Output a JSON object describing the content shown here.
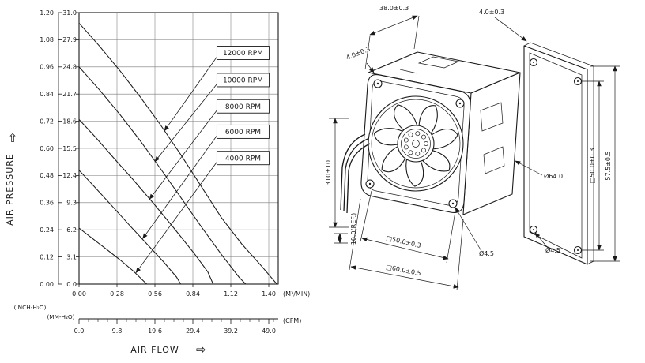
{
  "chart_data": {
    "type": "line",
    "title": "",
    "xlabel": "AIR FLOW",
    "ylabel": "AIR PRESSURE",
    "x_axis_arrow": "⇨",
    "y_axis_arrow": "⇧",
    "x_unit_primary": "(M³/MIN)",
    "x_unit_secondary": "(CFM)",
    "y_unit_primary": "(INCH-H₂O)",
    "y_unit_secondary": "(MM-H₂O)",
    "x_range_m3min": [
      0,
      1.47
    ],
    "y_range_mm": [
      0,
      31.0
    ],
    "grid": true,
    "legend_position": "boxed labels with leader arrows inside plot",
    "x_ticks_m3min": [
      "0.00",
      "0.28",
      "0.56",
      "0.84",
      "1.12",
      "1.40"
    ],
    "x_ticks_cfm": [
      "0.0",
      "9.8",
      "19.6",
      "29.4",
      "39.2",
      "49.0"
    ],
    "y_ticks_inch": [
      "0.00",
      "0.12",
      "0.24",
      "0.36",
      "0.48",
      "0.60",
      "0.72",
      "0.84",
      "0.96",
      "1.08",
      "1.20"
    ],
    "y_ticks_mm": [
      "0.0",
      "3.1",
      "6.2",
      "9.3",
      "12.4",
      "15.5",
      "18.6",
      "21.7",
      "24.8",
      "27.9",
      "31.0"
    ],
    "series": [
      {
        "name": "12000 RPM",
        "points": [
          [
            0,
            29.8
          ],
          [
            0.15,
            27.2
          ],
          [
            0.3,
            24.4
          ],
          [
            0.45,
            21.4
          ],
          [
            0.6,
            18.2
          ],
          [
            0.75,
            14.8
          ],
          [
            0.9,
            11.2
          ],
          [
            1.05,
            7.6
          ],
          [
            1.2,
            4.6
          ],
          [
            1.35,
            2.0
          ],
          [
            1.46,
            0
          ]
        ],
        "label_pos": [
          1.21,
          26.4
        ],
        "arrow_to": [
          0.63,
          17.5
        ]
      },
      {
        "name": "10000 RPM",
        "points": [
          [
            0,
            24.8
          ],
          [
            0.15,
            22.2
          ],
          [
            0.3,
            19.4
          ],
          [
            0.45,
            16.4
          ],
          [
            0.6,
            13.2
          ],
          [
            0.75,
            9.9
          ],
          [
            0.9,
            6.6
          ],
          [
            1.05,
            3.4
          ],
          [
            1.18,
            0.8
          ],
          [
            1.23,
            0
          ]
        ],
        "label_pos": [
          1.21,
          23.3
        ],
        "arrow_to": [
          0.56,
          14.0
        ]
      },
      {
        "name": "8000 RPM",
        "points": [
          [
            0,
            18.8
          ],
          [
            0.12,
            16.8
          ],
          [
            0.25,
            14.5
          ],
          [
            0.4,
            11.9
          ],
          [
            0.55,
            9.2
          ],
          [
            0.7,
            6.4
          ],
          [
            0.85,
            3.5
          ],
          [
            0.95,
            1.4
          ],
          [
            0.99,
            0
          ]
        ],
        "label_pos": [
          1.21,
          20.3
        ],
        "arrow_to": [
          0.52,
          9.7
        ]
      },
      {
        "name": "6000 RPM",
        "points": [
          [
            0,
            13.0
          ],
          [
            0.12,
            11.0
          ],
          [
            0.25,
            8.8
          ],
          [
            0.38,
            6.6
          ],
          [
            0.5,
            4.6
          ],
          [
            0.62,
            2.6
          ],
          [
            0.72,
            0.8
          ],
          [
            0.75,
            0
          ]
        ],
        "label_pos": [
          1.21,
          17.4
        ],
        "arrow_to": [
          0.47,
          5.2
        ]
      },
      {
        "name": "4000 RPM",
        "points": [
          [
            0,
            6.4
          ],
          [
            0.1,
            5.2
          ],
          [
            0.2,
            4.0
          ],
          [
            0.3,
            2.8
          ],
          [
            0.4,
            1.5
          ],
          [
            0.48,
            0.3
          ],
          [
            0.5,
            0
          ]
        ],
        "label_pos": [
          1.21,
          14.4
        ],
        "arrow_to": [
          0.42,
          1.3
        ]
      }
    ]
  },
  "drawing": {
    "dims": {
      "d38": "38.0±0.3",
      "d4_left": "4.0±0.3",
      "d4_right": "4.0±0.3",
      "wire_len": "310±10",
      "wire_ref": "10.0(REF.)",
      "dia64": "Ø64.0",
      "sq50_bottom": "□50.0±0.3",
      "sq60_bottom": "□60.0±0.5",
      "hole_front": "Ø4.5",
      "hole_plate": "Ø4.5",
      "sq50_right": "□50.0±0.3",
      "h57": "57.5±0.5"
    }
  }
}
